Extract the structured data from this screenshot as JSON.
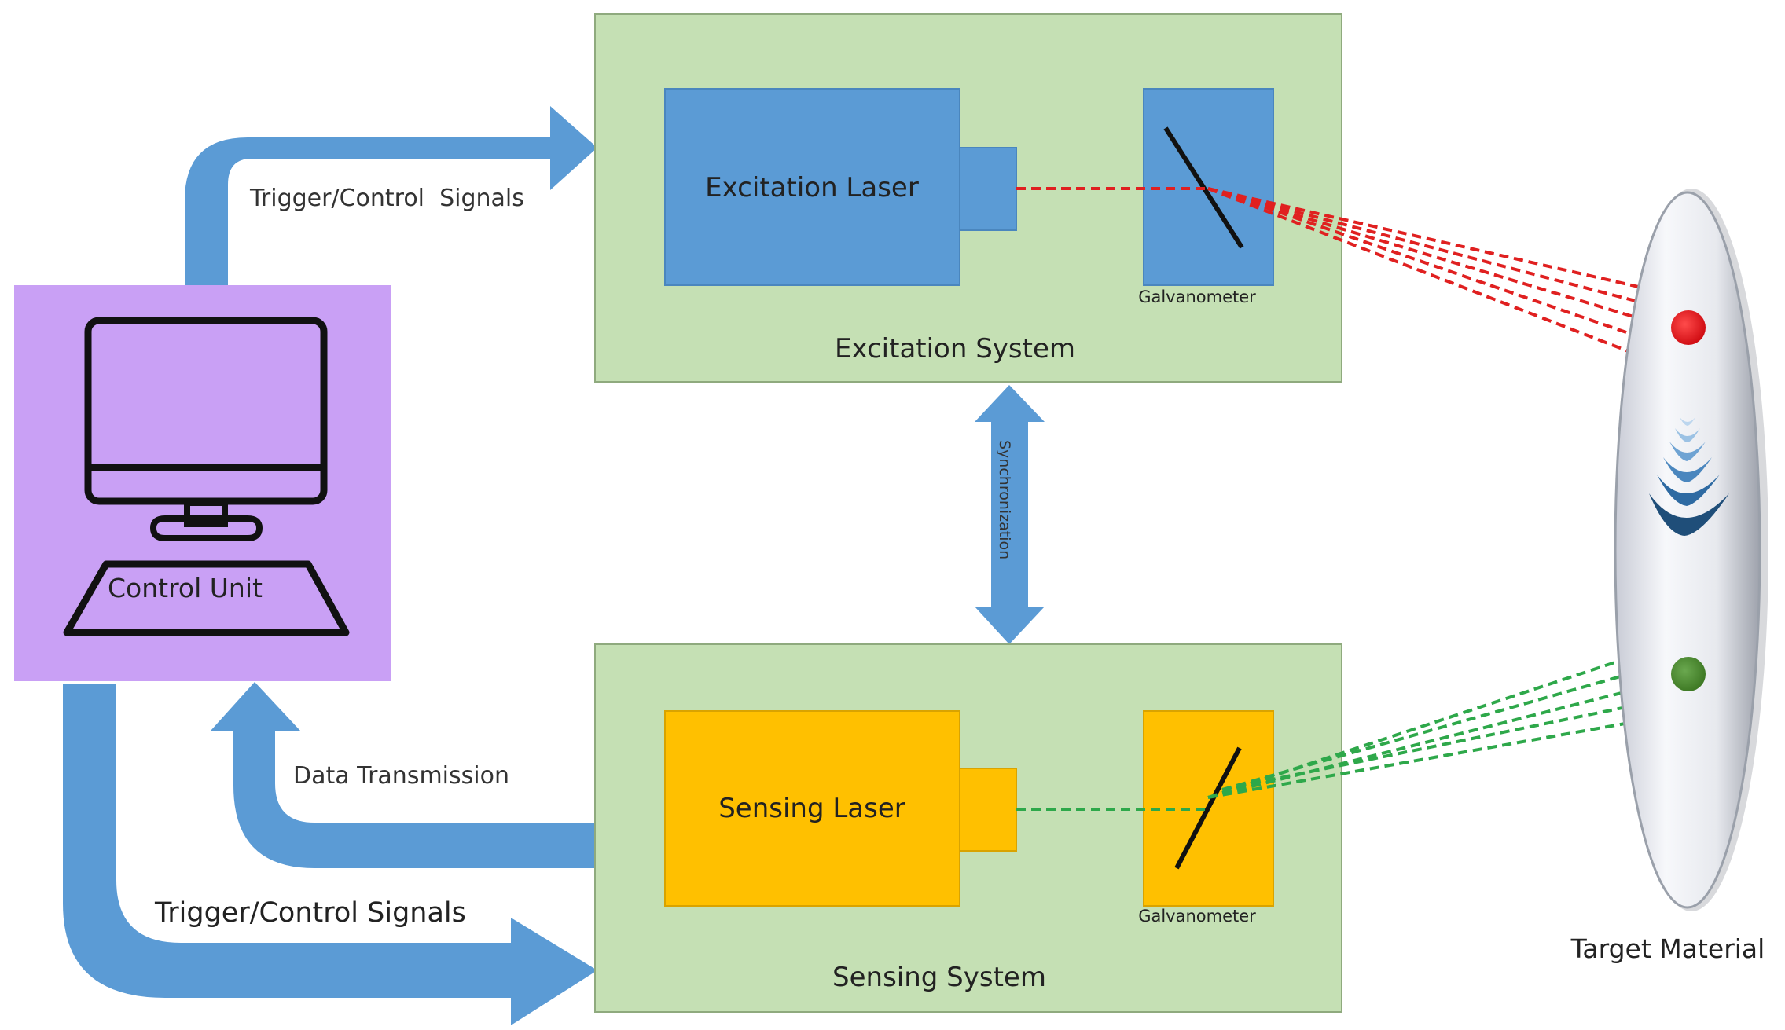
{
  "labels": {
    "control_unit": "Control Unit",
    "excitation_laser": "Excitation Laser",
    "sensing_laser": "Sensing Laser",
    "galvanometer_top": "Galvanometer",
    "galvanometer_bottom": "Galvanometer",
    "excitation_system": "Excitation System",
    "sensing_system": "Sensing System",
    "synchronization": "Synchronization",
    "trigger_top": "Trigger/Control  Signals",
    "trigger_bottom": "Trigger/Control Signals",
    "data_transmission": "Data Transmission",
    "target_material": "Target Material"
  },
  "colors": {
    "system_fill": "#c5e0b4",
    "system_stroke": "#8faa7e",
    "excitation_laser": "#5b9bd5",
    "sensing_laser": "#ffc000",
    "arrow": "#5b9bd5",
    "control_unit_bg": "#c9a0f5",
    "red_beam": "#e02020",
    "green_beam": "#2ea84a",
    "red_spot": "#e8161c",
    "green_spot": "#4e8a30"
  }
}
